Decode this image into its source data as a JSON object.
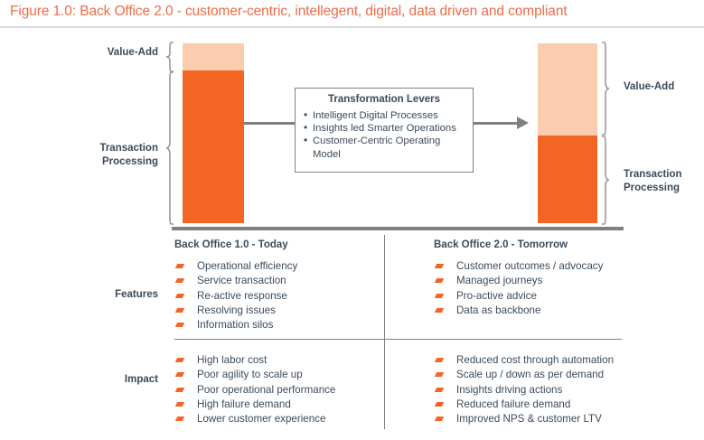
{
  "figure": {
    "title": "Figure 1.0: Back Office 2.0 - customer-centric, intellegent, digital, data driven and compliant",
    "title_color": "#ef6b47"
  },
  "colors": {
    "value_add": "#fbcdae",
    "transaction_processing": "#f26522",
    "rule_gray": "#808080",
    "text_navy": "#3a4a5c"
  },
  "axis_labels": {
    "left_value_add": "Value-Add",
    "left_transaction_processing": "Transaction\nProcessing",
    "left_transaction_processing_line1": "Transaction",
    "left_transaction_processing_line2": "Processing",
    "right_value_add": "Value-Add",
    "right_transaction_processing_line1": "Transaction",
    "right_transaction_processing_line2": "Processing"
  },
  "levers": {
    "title": "Transformation Levers",
    "items": [
      "Intelligent Digital Processes",
      "Insights led Smarter Operations",
      "Customer-Centric Operating Model"
    ]
  },
  "columns": {
    "left_heading": "Back Office 1.0 - Today",
    "right_heading": "Back Office 2.0 - Tomorrow"
  },
  "rows": {
    "features_label": "Features",
    "impact_label": "Impact"
  },
  "features": {
    "left": [
      "Operational efficiency",
      "Service transaction",
      "Re-active response",
      "Resolving issues",
      "Information silos"
    ],
    "right": [
      "Customer outcomes / advocacy",
      "Managed journeys",
      "Pro-active advice",
      "Data as backbone"
    ]
  },
  "impact": {
    "left": [
      "High labor cost",
      "Poor agility to scale up",
      "Poor operational performance",
      "High failure demand",
      "Lower customer experience"
    ],
    "right": [
      "Reduced cost through automation",
      "Scale up / down as per demand",
      "Insights driving actions",
      "Reduced failure demand",
      "Improved NPS & customer LTV"
    ]
  },
  "chart_data": {
    "type": "bar",
    "title": "Figure 1.0: Back Office 2.0 - customer-centric, intellegent, digital, data driven and compliant",
    "xlabel": "",
    "ylabel": "",
    "categories": [
      "Back Office 1.0 - Today",
      "Back Office 2.0 - Tomorrow"
    ],
    "stacked": true,
    "series": [
      {
        "name": "Value-Add",
        "values": [
          15,
          51
        ],
        "color": "#fbcdae"
      },
      {
        "name": "Transaction Processing",
        "values": [
          85,
          49
        ],
        "color": "#f26522"
      }
    ],
    "ylim": [
      0,
      100
    ],
    "grid": false,
    "legend": "axis-annotations",
    "annotations": [
      "Transformation Levers: Intelligent Digital Processes",
      "Transformation Levers: Insights led Smarter Operations",
      "Transformation Levers: Customer-Centric Operating Model"
    ]
  }
}
